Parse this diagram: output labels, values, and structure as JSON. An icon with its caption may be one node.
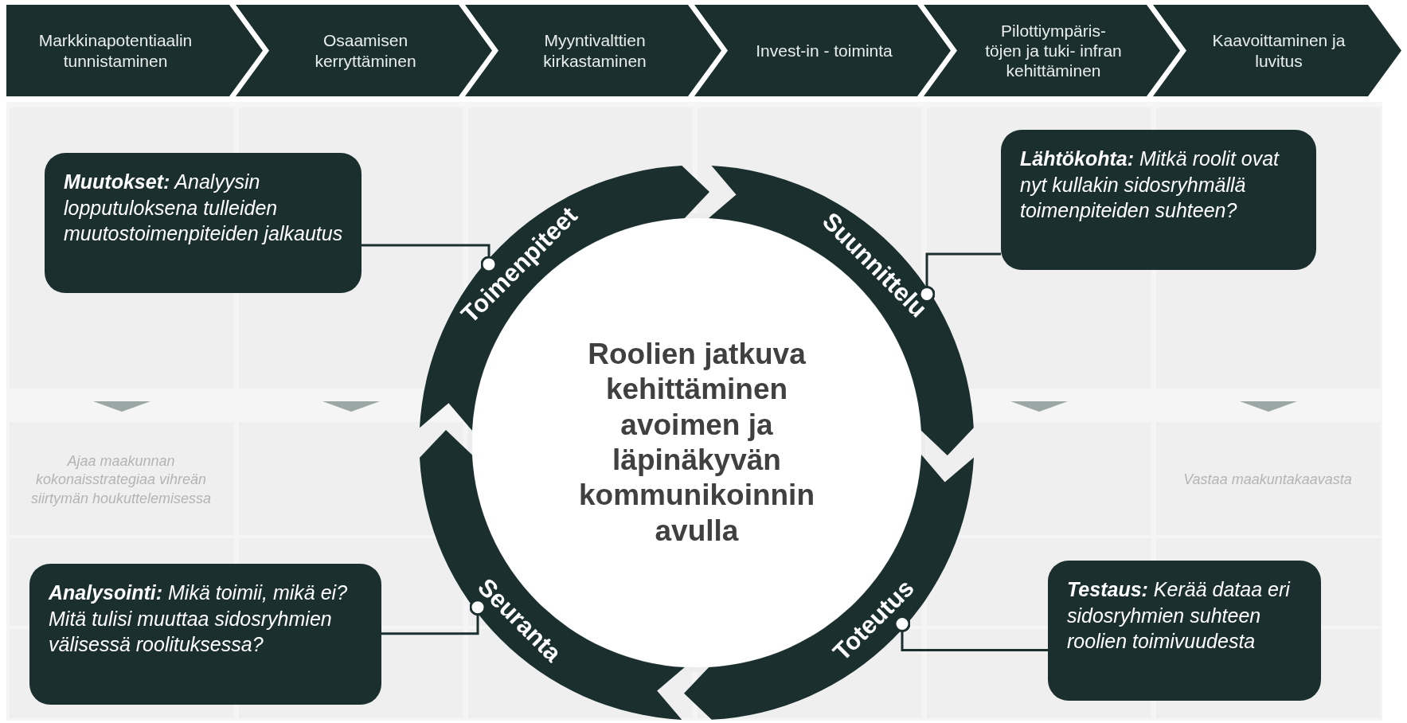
{
  "diagram": {
    "nodes": [
      {
        "text": [
          "Markkinapotentiaalin tunnistaminen"
        ]
      },
      {
        "text": [
          "Osaamisen kerryttäminen"
        ]
      },
      {
        "text": [
          "Myyntivalttien kirkastaminen"
        ]
      },
      {
        "text": [
          "Invest-in - toiminta"
        ]
      },
      {
        "text": [
          "Pilottiympäris- töjen ja tuki- infran kehittäminen"
        ]
      },
      {
        "text": [
          "Kaavoittaminen ja luvitus"
        ]
      },
      {
        "text": [
          "Roolien jatkuva kehittäminen avoimen ja läpinäkyvän kommunikoinnin avulla"
        ]
      },
      {
        "text": [
          "Toimenpiteet"
        ]
      },
      {
        "text": [
          "Suunnittelu"
        ]
      },
      {
        "text": [
          "Seuranta"
        ]
      },
      {
        "text": [
          "Toteutus"
        ]
      },
      {
        "text": [
          "**Muutokset:** Analyysin lopputuloksena tulleiden muutostoimenpiteiden jalkautus"
        ]
      },
      {
        "text": [
          "**Lähtökohta:** Mitkä roolit ovat nyt kullakin sidosryhmällä toimenpiteiden suhteen?"
        ]
      },
      {
        "text": [
          "**Analysointi:** Mikä toimii, mikä ei? Mitä tulisi muuttaa sidosryhmien välisessä roolituksessa?"
        ]
      },
      {
        "text": [
          "**Testaus:** Kerää dataa eri sidosryhmien suhteen roolien toimivuudesta"
        ]
      }
    ],
    "edges": [
      {
        "from": 11,
        "to": 7,
        "arrow": "other"
      },
      {
        "from": 12,
        "to": 8,
        "arrow": "other"
      },
      {
        "from": 13,
        "to": 9,
        "arrow": "other"
      },
      {
        "from": 14,
        "to": 10,
        "arrow": "other"
      }
    ],
    "labels": [
      "Ajaa maakunnan kokonaisstrategiaa vihreän siirtymän houkuttelemisessa",
      "Vastaa maakuntakaavasta"
    ]
  }
}
